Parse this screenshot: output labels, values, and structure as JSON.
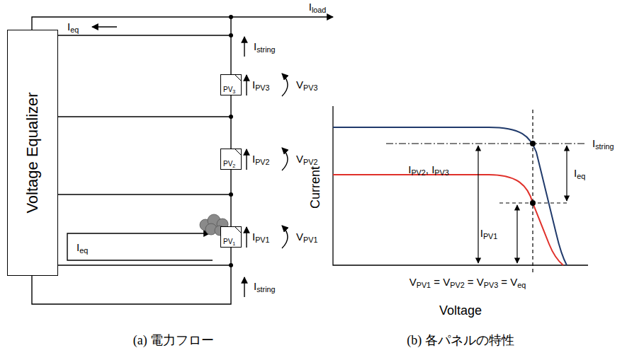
{
  "diagram": {
    "nodes": [
      {
        "text": [
          "Voltage Equalizer"
        ]
      },
      {
        "text": [
          "PV3"
        ]
      },
      {
        "text": [
          "PV2"
        ]
      },
      {
        "text": [
          "PV1"
        ]
      }
    ],
    "edges": [
      {
        "from": 3,
        "to": 2,
        "arrow": "none"
      },
      {
        "from": 2,
        "to": 1,
        "arrow": "none"
      }
    ],
    "labels": [
      "Iload",
      "Ieq",
      "Istring",
      "IPV3",
      "VPV3",
      "IPV2",
      "VPV2",
      "Ieq",
      "IPV1",
      "VPV1",
      "Istring",
      "(a) 電力フロー",
      "Current",
      "IPV2, IPV3",
      "Istring",
      "Ieq",
      "IPV1",
      "VPV1 = VPV2 = VPV3 = Veq",
      "Voltage",
      "(b) 各パネルの特性"
    ]
  }
}
